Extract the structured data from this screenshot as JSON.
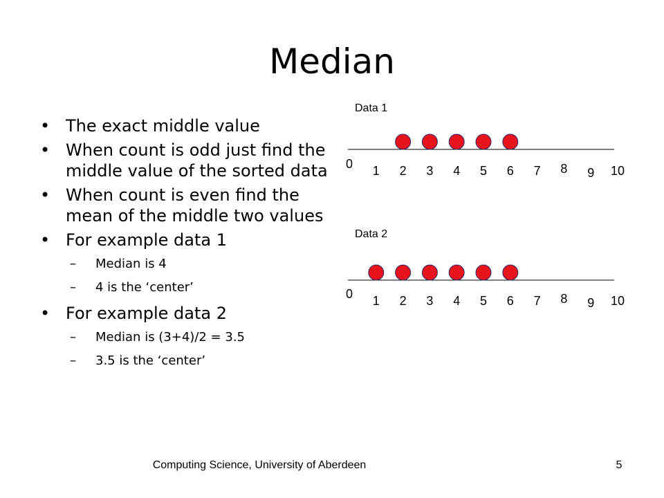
{
  "slide": {
    "title": "Median",
    "bullets": [
      {
        "text": "The exact middle value",
        "subs": []
      },
      {
        "text": "When count is odd just find the middle value of the sorted data",
        "subs": []
      },
      {
        "text": "When count is even find the mean of the middle two values",
        "subs": []
      },
      {
        "text": "For example data 1",
        "subs": [
          "Median is 4",
          "4 is the ‘center’"
        ]
      },
      {
        "text": "For example data 2",
        "subs": [
          "Median is (3+4)/2 = 3.5",
          "3.5 is the ‘center’"
        ]
      }
    ],
    "footer": "Computing Science, University of Aberdeen",
    "page_number": "5"
  },
  "colors": {
    "dot_fill": "#e8141c",
    "dot_stroke": "#2a2a6e",
    "axis": "#000000"
  },
  "chart_data": [
    {
      "type": "scatter",
      "title": "Data 1",
      "x": [
        2,
        3,
        4,
        5,
        6
      ],
      "tick_labels": [
        "0",
        "1",
        "2",
        "3",
        "4",
        "5",
        "6",
        "7",
        "8",
        "9",
        "10"
      ],
      "xlim": [
        0,
        10
      ],
      "xlabel": "",
      "ylabel": "",
      "grid": false
    },
    {
      "type": "scatter",
      "title": "Data 2",
      "x": [
        1,
        2,
        3,
        4,
        5,
        6
      ],
      "tick_labels": [
        "0",
        "1",
        "2",
        "3",
        "4",
        "5",
        "6",
        "7",
        "8",
        "9",
        "10"
      ],
      "xlim": [
        0,
        10
      ],
      "xlabel": "",
      "ylabel": "",
      "grid": false
    }
  ]
}
